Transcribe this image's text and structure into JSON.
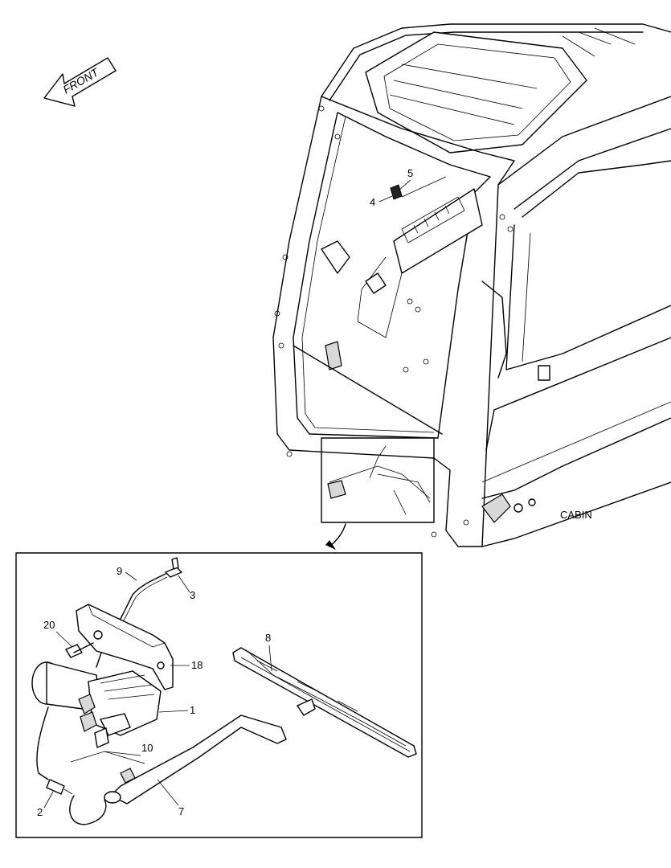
{
  "orientation": {
    "label": "FRONT"
  },
  "cabin": {
    "label": "CABIN"
  },
  "callouts": {
    "c1": "1",
    "c2": "2",
    "c3": "3",
    "c4": "4",
    "c5": "5",
    "c7": "7",
    "c8": "8",
    "c9": "9",
    "c10": "10",
    "c18": "18",
    "c20": "20"
  }
}
